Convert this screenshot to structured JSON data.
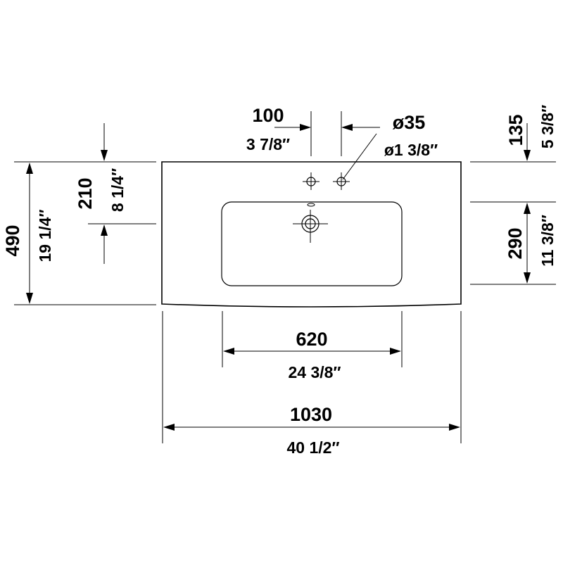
{
  "drawing": {
    "overall_width": {
      "mm": "1030",
      "inch": "40 1/2″"
    },
    "bowl_width": {
      "mm": "620",
      "inch": "24 3/8″"
    },
    "overall_depth": {
      "mm": "490",
      "inch": "19 1/4″"
    },
    "front_to_drain": {
      "mm": "210",
      "inch": "8 1/4″"
    },
    "tap_hole_spacing": {
      "mm": "100",
      "inch": "3 7/8″"
    },
    "tap_hole_diameter": {
      "mm": "ø35",
      "inch": "ø1 3/8″"
    },
    "back_offset": {
      "mm": "135",
      "inch": "5 3/8″"
    },
    "bowl_depth": {
      "mm": "290",
      "inch": "11 3/8″"
    }
  }
}
